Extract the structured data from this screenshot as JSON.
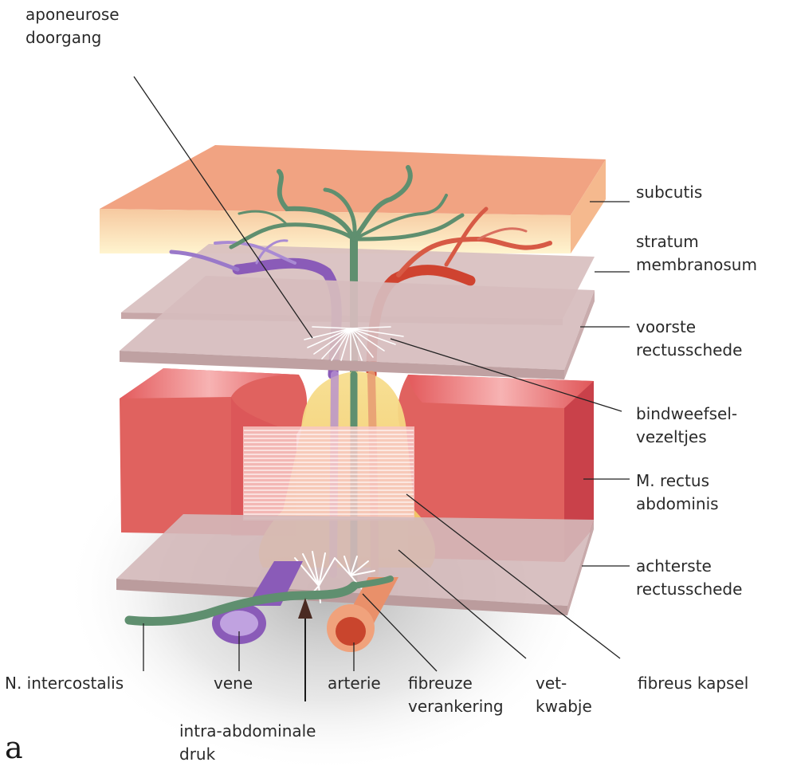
{
  "labels": {
    "aponeurose": [
      "aponeurose",
      "doorgang"
    ],
    "subcutis": [
      "subcutis"
    ],
    "stratum": [
      "stratum",
      "membranosum"
    ],
    "voorste": [
      "voorste",
      "rectusschede"
    ],
    "bindweefsel": [
      "bindweefsel-",
      "vezeltjes"
    ],
    "rectus": [
      "M. rectus",
      "abdominis"
    ],
    "achterste": [
      "achterste",
      "rectusschede"
    ],
    "intercostalis": [
      "N. intercostalis"
    ],
    "vene": [
      "vene"
    ],
    "arterie": [
      "arterie"
    ],
    "fibreuze": [
      "fibreuze",
      "verankering"
    ],
    "vet": [
      "vet-",
      "kwabje"
    ],
    "kapsel": [
      "fibreus kapsel"
    ],
    "druk": [
      "intra-abdominale",
      "druk"
    ]
  },
  "panel_letter": "a",
  "colors": {
    "skin": "#f0a07e",
    "skin_side": "#fde9b8",
    "sheet": "#d2b5b6",
    "muscle": "#e0625f",
    "muscle_dark": "#c94448",
    "fat": "#f4cf6e",
    "nerve": "#5f8f6f",
    "vein": "#8a5bb8",
    "artery": "#cf4330"
  }
}
